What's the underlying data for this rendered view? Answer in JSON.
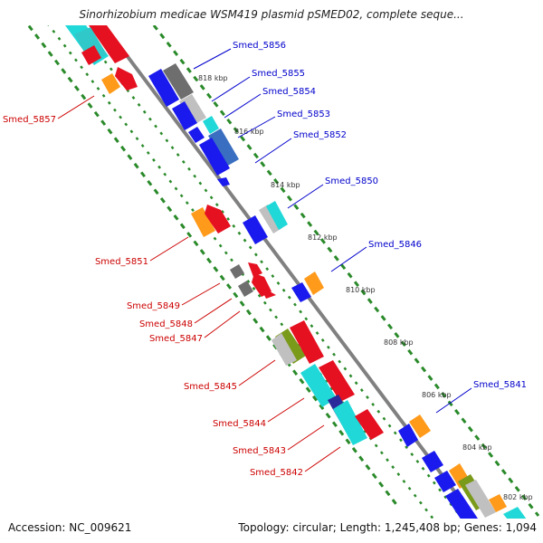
{
  "title": "Sinorhizobium medicae WSM419 plasmid pSMED02, complete seque...",
  "footer": {
    "accession": "Accession: NC_009621",
    "topology": "Topology: circular; Length: 1,245,408 bp; Genes: 1,094"
  },
  "colors": {
    "forward_label": "#0000cc",
    "reverse_label": "#cc0000",
    "backbone": "#808080",
    "dotted_track": "#2a8a2a"
  },
  "kbp_ticks": [
    "818 kbp",
    "816 kbp",
    "814 kbp",
    "812 kbp",
    "810 kbp",
    "808 kbp",
    "806 kbp",
    "804 kbp",
    "802 kbp"
  ],
  "forward_labels": [
    "Smed_5856",
    "Smed_5855",
    "Smed_5854",
    "Smed_5853",
    "Smed_5852",
    "Smed_5850",
    "Smed_5846",
    "Smed_5841"
  ],
  "reverse_labels": [
    "Smed_5857",
    "Smed_5851",
    "Smed_5849",
    "Smed_5848",
    "Smed_5847",
    "Smed_5845",
    "Smed_5844",
    "Smed_5843",
    "Smed_5842"
  ]
}
